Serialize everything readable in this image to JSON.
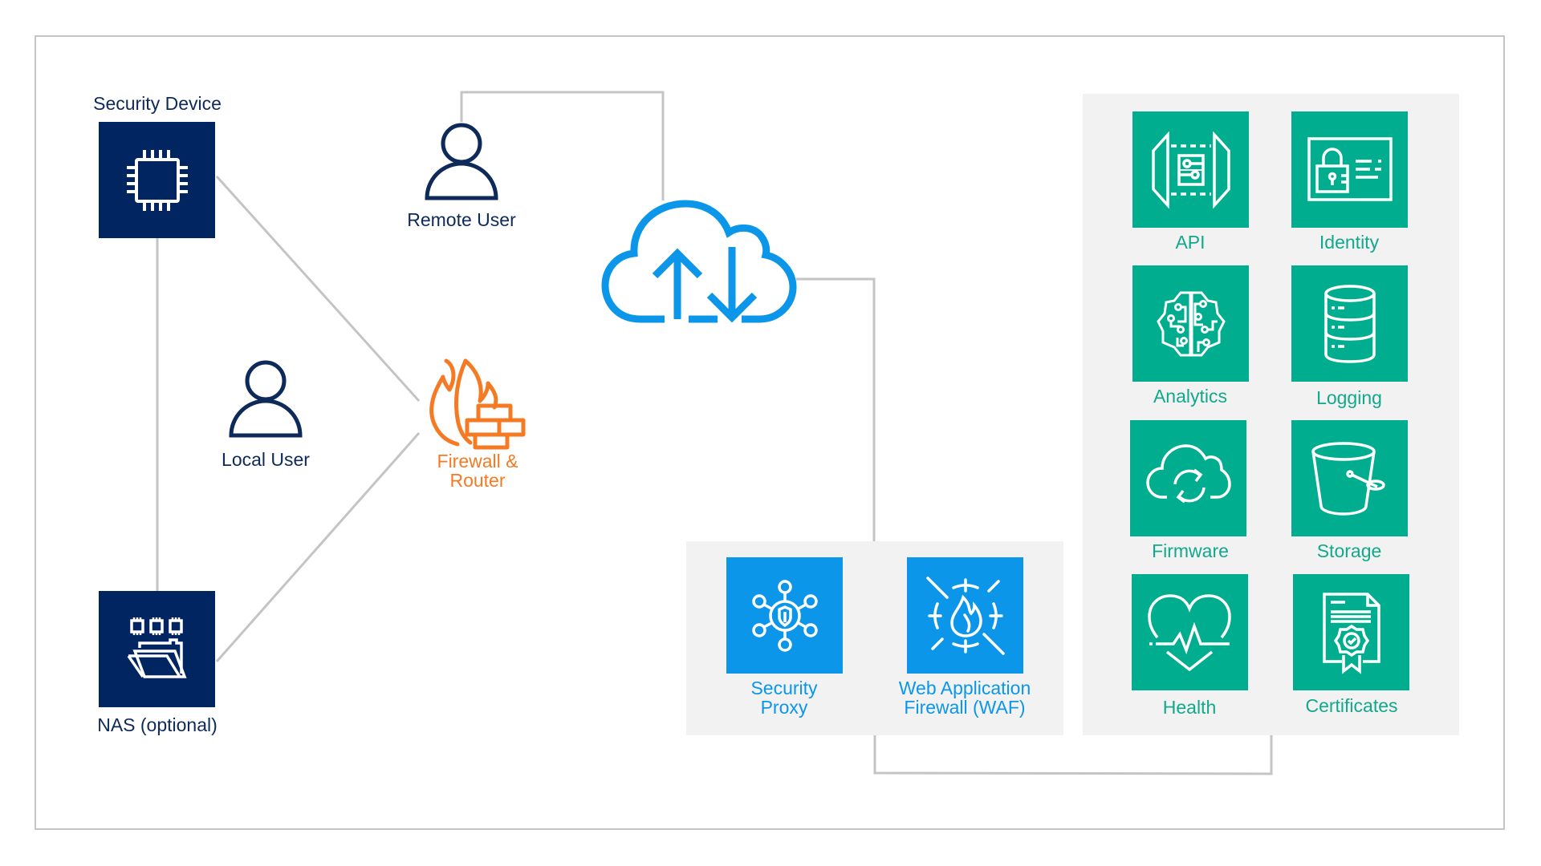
{
  "diagram": {
    "colors": {
      "device_tile": "#002561",
      "service_tile": "#00ae8f",
      "proxy_tile": "#0b96ea",
      "firewall": "#f57a24",
      "cloud": "#0b96ea",
      "connector": "#c4c4c4",
      "panel_bg": "#f2f2f2"
    },
    "local_site": {
      "security_device": {
        "label": "Security Device",
        "icon": "cpu-chip-icon"
      },
      "local_user": {
        "label": "Local User",
        "icon": "user-icon"
      },
      "nas": {
        "label": "NAS (optional)",
        "icon": "folder-chips-icon"
      },
      "firewall_router": {
        "label_line1": "Firewall &",
        "label_line2": "Router",
        "icon": "firewall-flame-brick-icon"
      }
    },
    "remote_user": {
      "label": "Remote User",
      "icon": "user-icon"
    },
    "cloud": {
      "icon": "cloud-upload-download-icon"
    },
    "edge_services": [
      {
        "label_line1": "Security",
        "label_line2": "Proxy",
        "icon": "network-shield-icon"
      },
      {
        "label_line1": "Web Application",
        "label_line2": "Firewall (WAF)",
        "icon": "crosshair-flame-icon"
      }
    ],
    "cloud_services": [
      {
        "label": "API",
        "icon": "api-gateway-icon"
      },
      {
        "label": "Identity",
        "icon": "id-card-lock-icon"
      },
      {
        "label": "Analytics",
        "icon": "brain-circuit-icon"
      },
      {
        "label": "Logging",
        "icon": "database-icon"
      },
      {
        "label": "Firmware",
        "icon": "cloud-sync-icon"
      },
      {
        "label": "Storage",
        "icon": "bucket-icon"
      },
      {
        "label": "Health",
        "icon": "heart-pulse-icon"
      },
      {
        "label": "Certificates",
        "icon": "certificate-icon"
      }
    ]
  }
}
